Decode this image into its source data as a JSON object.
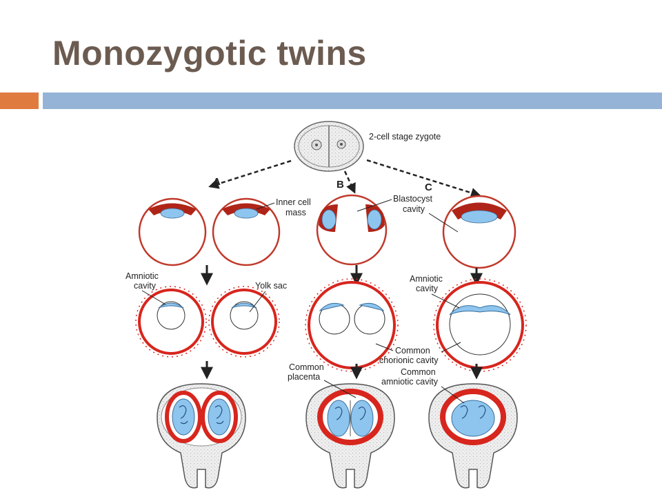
{
  "slide": {
    "title": "Monozygotic twins"
  },
  "diagram": {
    "zygote_label": "2-cell stage zygote",
    "path_a": "A",
    "path_b": "B",
    "path_c": "C",
    "inner_cell_mass": [
      "Inner cell",
      "mass"
    ],
    "blastocyst_cavity": [
      "Blastocyst",
      "cavity"
    ],
    "amniotic_cavity_a": [
      "Amniotic",
      "cavity"
    ],
    "yolk_sac": "Yolk sac",
    "amniotic_cavity_c": [
      "Amniotic",
      "cavity"
    ],
    "common_chorionic_cavity": [
      "Common",
      "chorionic cavity"
    ],
    "common_placenta": [
      "Common",
      "placenta"
    ],
    "common_amniotic_cavity": [
      "Common",
      "amniotic cavity"
    ]
  },
  "colors": {
    "title": "#6b5b51",
    "accent_orange": "#e07b40",
    "accent_blue": "#95b3d7",
    "trophoblast_red": "#d7261e",
    "embryo_blue": "#8ec5ef"
  }
}
